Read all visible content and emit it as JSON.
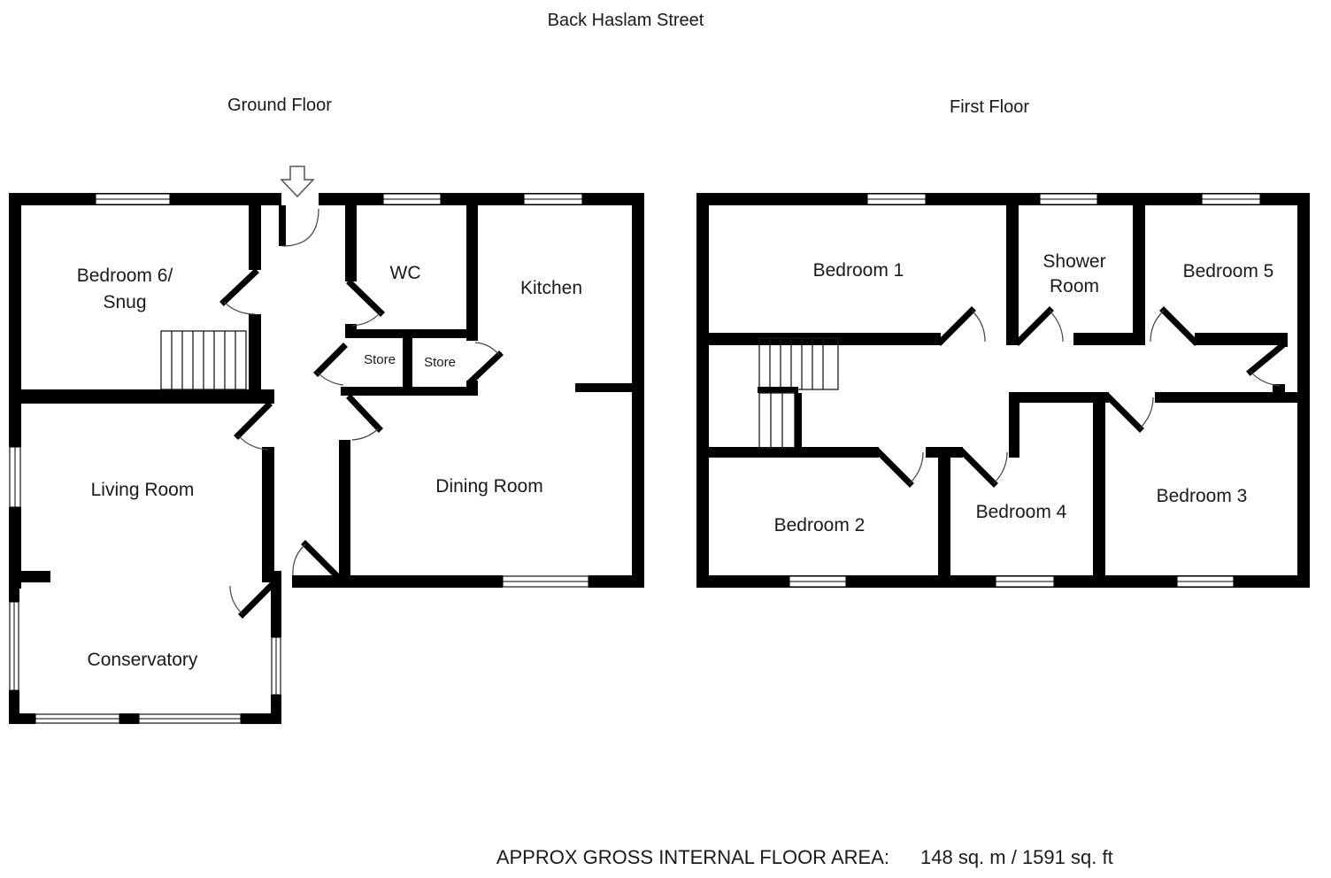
{
  "title": "Back Haslam Street",
  "colors": {
    "walls": "#000000",
    "background": "#ffffff",
    "text": "#1a1a1a"
  },
  "ground_floor": {
    "label": "Ground Floor",
    "rooms": {
      "bedroom6_line1": "Bedroom 6/",
      "bedroom6_line2": "Snug",
      "wc": "WC",
      "kitchen": "Kitchen",
      "store1": "Store",
      "store2": "Store",
      "living_room": "Living Room",
      "dining_room": "Dining Room",
      "conservatory": "Conservatory"
    }
  },
  "first_floor": {
    "label": "First Floor",
    "rooms": {
      "bedroom1": "Bedroom 1",
      "shower_line1": "Shower",
      "shower_line2": "Room",
      "bedroom5": "Bedroom 5",
      "bedroom2": "Bedroom 2",
      "bedroom4": "Bedroom 4",
      "bedroom3": "Bedroom 3"
    }
  },
  "footer": {
    "area_label": "APPROX GROSS INTERNAL FLOOR AREA:",
    "area_value": "148 sq. m  / 1591 sq. ft"
  }
}
